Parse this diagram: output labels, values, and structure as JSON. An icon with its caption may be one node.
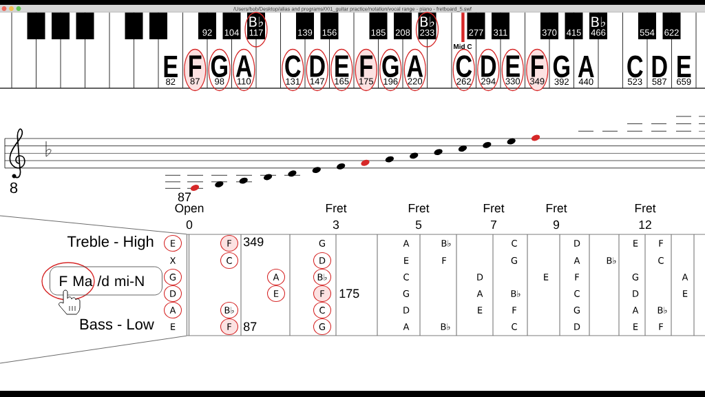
{
  "diagram": {
    "title": "/Users/bob/Desktop/alias and programs/001_guitar practice/notation/vocal range - piano - fretboard_5.swf",
    "nodes": [
      {
        "text": [
          "F",
          "87"
        ]
      },
      {
        "text": [
          "G",
          "98"
        ]
      },
      {
        "text": [
          "A",
          "110"
        ]
      },
      {
        "text": [
          "B♭",
          "117"
        ]
      },
      {
        "text": [
          "C",
          "131"
        ]
      },
      {
        "text": [
          "D",
          "147"
        ]
      },
      {
        "text": [
          "E",
          "165"
        ]
      },
      {
        "text": [
          "F",
          "175"
        ]
      },
      {
        "text": [
          "G",
          "196"
        ]
      },
      {
        "text": [
          "A",
          "220"
        ]
      },
      {
        "text": [
          "B♭",
          "233"
        ]
      },
      {
        "text": [
          "C",
          "262"
        ]
      },
      {
        "text": [
          "D",
          "294"
        ]
      },
      {
        "text": [
          "E",
          "330"
        ]
      },
      {
        "text": [
          "F",
          "349"
        ]
      },
      {
        "text": [
          "E"
        ]
      },
      {
        "text": [
          "F"
        ]
      },
      {
        "text": [
          "C"
        ]
      },
      {
        "text": [
          "D"
        ]
      },
      {
        "text": [
          "F Ma /d mi-N"
        ]
      },
      {
        "text": [
          "G"
        ]
      },
      {
        "text": [
          "A"
        ]
      },
      {
        "text": [
          "B♭"
        ]
      },
      {
        "text": [
          "D"
        ]
      },
      {
        "text": [
          "E"
        ]
      },
      {
        "text": [
          "F"
        ]
      },
      {
        "text": [
          "A"
        ]
      },
      {
        "text": [
          "B♭"
        ]
      },
      {
        "text": [
          "C"
        ]
      },
      {
        "text": [
          "F"
        ]
      },
      {
        "text": [
          "G"
        ]
      }
    ],
    "labels": [
      "92",
      "104",
      "139",
      "156",
      "185",
      "208",
      "277",
      "311",
      "370",
      "415",
      "B♭",
      "466",
      "554",
      "622",
      "Mid C",
      "E",
      "82",
      "G",
      "392",
      "A",
      "440",
      "C",
      "523",
      "D",
      "587",
      "E",
      "659",
      "8",
      "87",
      "Open",
      "0",
      "Fret",
      "3",
      "Fret",
      "5",
      "Fret",
      "7",
      "Fret",
      "9",
      "Fret",
      "12",
      "Treble - High",
      "349",
      "G",
      "A",
      "B♭",
      "C",
      "D",
      "E",
      "F",
      "X",
      "E",
      "F",
      "G",
      "A",
      "B♭",
      "C",
      "C",
      "D",
      "E",
      "F",
      "G",
      "A",
      "175",
      "G",
      "A",
      "B♭",
      "C",
      "D",
      "E",
      "D",
      "E",
      "F",
      "G",
      "A",
      "B♭",
      "Bass - Low",
      "E",
      "87",
      "A",
      "B♭",
      "C",
      "D",
      "E",
      "F"
    ]
  }
}
